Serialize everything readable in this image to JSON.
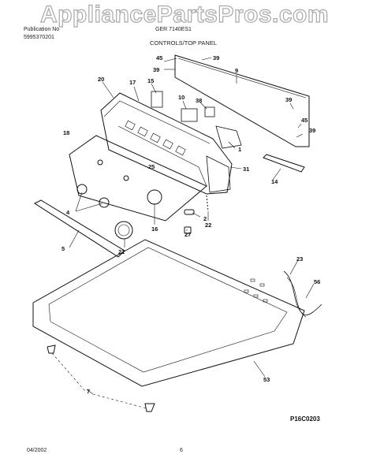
{
  "watermark": "AppliancePartsPros.com",
  "header": {
    "left_line1": "Publication No",
    "left_line2": "5995370201",
    "center_line1": "GER 7140ES1",
    "center_line2": "CONTROLS/TOP PANEL"
  },
  "callouts": [
    "45",
    "39",
    "9",
    "39",
    "15",
    "20",
    "17",
    "10",
    "38",
    "39",
    "45",
    "39",
    "18",
    "1",
    "25",
    "31",
    "14",
    "4",
    "2",
    "22",
    "16",
    "27",
    "5",
    "21",
    "23",
    "56",
    "53",
    "7"
  ],
  "footer": {
    "date": "04/2002",
    "page": "6",
    "figure_code": "P16C0203"
  }
}
